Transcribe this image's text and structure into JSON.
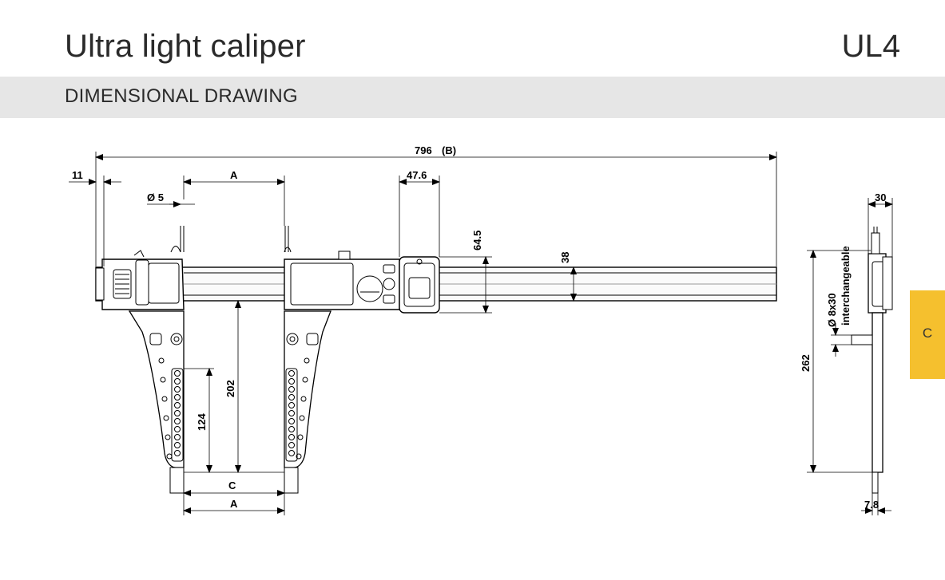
{
  "header": {
    "title": "Ultra light caliper",
    "model": "UL4",
    "section": "DIMENSIONAL DRAWING"
  },
  "side_tab": {
    "label": "C",
    "color": "#f5c02e"
  },
  "dimensions": {
    "overall_length": "796",
    "overall_label": "(B)",
    "jaw_offset": "11",
    "jaw_spacing_top": "A",
    "jaw_spacing_bottom": "A",
    "inner_gap": "C",
    "slider_width": "47.6",
    "pin_diameter": "Ø 5",
    "slider_height": "64.5",
    "beam_height": "38",
    "jaw_depth": "202",
    "short_jaw_depth": "124",
    "side_width": "30",
    "jaw_thickness": "7.8",
    "side_height": "262",
    "tip_spec": "Ø 8x30",
    "tip_note": "interchangeable"
  }
}
